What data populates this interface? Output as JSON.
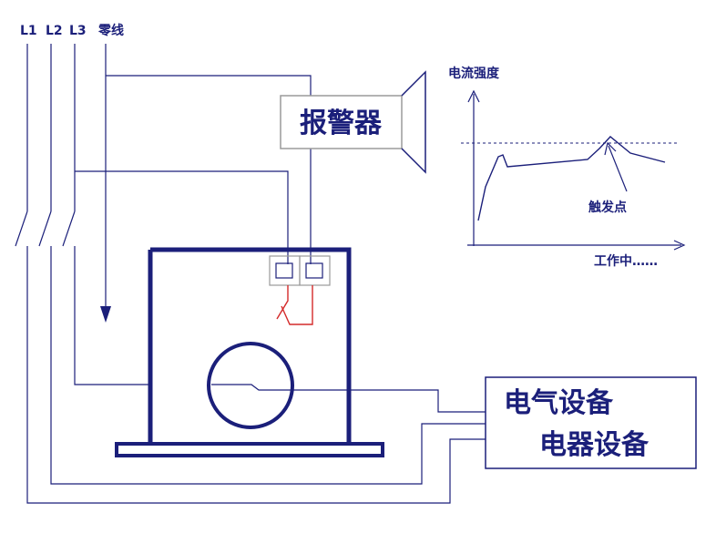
{
  "lines": {
    "l1": "L1",
    "l2": "L2",
    "l3": "L3",
    "neutral": "零线"
  },
  "alarm": {
    "label": "报警器"
  },
  "equipment": {
    "line1": "电气设备",
    "line2": "电器设备"
  },
  "graph": {
    "y_label": "电流强度",
    "x_label": "工作中……",
    "trigger_label": "触发点"
  },
  "colors": {
    "line": "#1b1f7a",
    "red": "#d42a2a",
    "gray": "#9a9a9a"
  }
}
